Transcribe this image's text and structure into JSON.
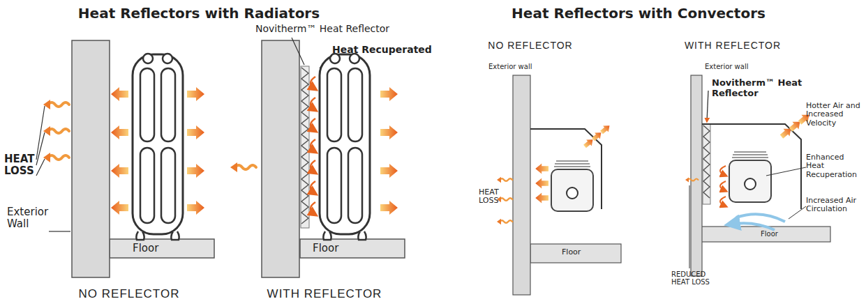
{
  "diagram": {
    "labels": [
      "Heat Reflectors with Radiators",
      "Heat Reflectors with Convectors",
      "HEAT LOSS",
      "Exterior Wall",
      "Floor",
      "NO REFLECTOR",
      "Novitherm™ Heat Reflector",
      "Heat Recuperated",
      "Floor",
      "WITH REFLECTOR",
      "NO REFLECTOR",
      "Exterior wall",
      "HEAT LOSS",
      "Floor",
      "WITH REFLECTOR",
      "Exterior wall",
      "Novitherm™ Heat Reflector",
      "Hotter Air and Increased Velocity",
      "Enhanced Heat Recuperation",
      "Increased Air Circulation",
      "Floor",
      "REDUCED HEAT LOSS"
    ]
  }
}
